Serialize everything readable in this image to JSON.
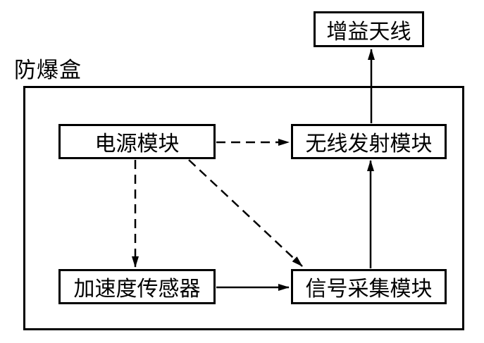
{
  "diagram": {
    "type": "block-diagram",
    "enclosure_label": "防爆盒",
    "nodes": {
      "antenna": {
        "label": "增益天线"
      },
      "power": {
        "label": "电源模块"
      },
      "wireless": {
        "label": "无线发射模块"
      },
      "accel": {
        "label": "加速度传感器"
      },
      "signal": {
        "label": "信号采集模块"
      }
    },
    "connections": [
      {
        "from": "电源模块",
        "to": "无线发射模块",
        "style": "dashed",
        "meaning": "power-supply"
      },
      {
        "from": "电源模块",
        "to": "加速度传感器",
        "style": "dashed",
        "meaning": "power-supply"
      },
      {
        "from": "电源模块",
        "to": "信号采集模块",
        "style": "dashed",
        "meaning": "power-supply"
      },
      {
        "from": "加速度传感器",
        "to": "信号采集模块",
        "style": "solid",
        "meaning": "signal"
      },
      {
        "from": "信号采集模块",
        "to": "无线发射模块",
        "style": "solid",
        "meaning": "signal"
      },
      {
        "from": "无线发射模块",
        "to": "增益天线",
        "style": "solid",
        "meaning": "signal"
      }
    ],
    "colors": {
      "line": "#000000",
      "background": "#ffffff"
    }
  }
}
